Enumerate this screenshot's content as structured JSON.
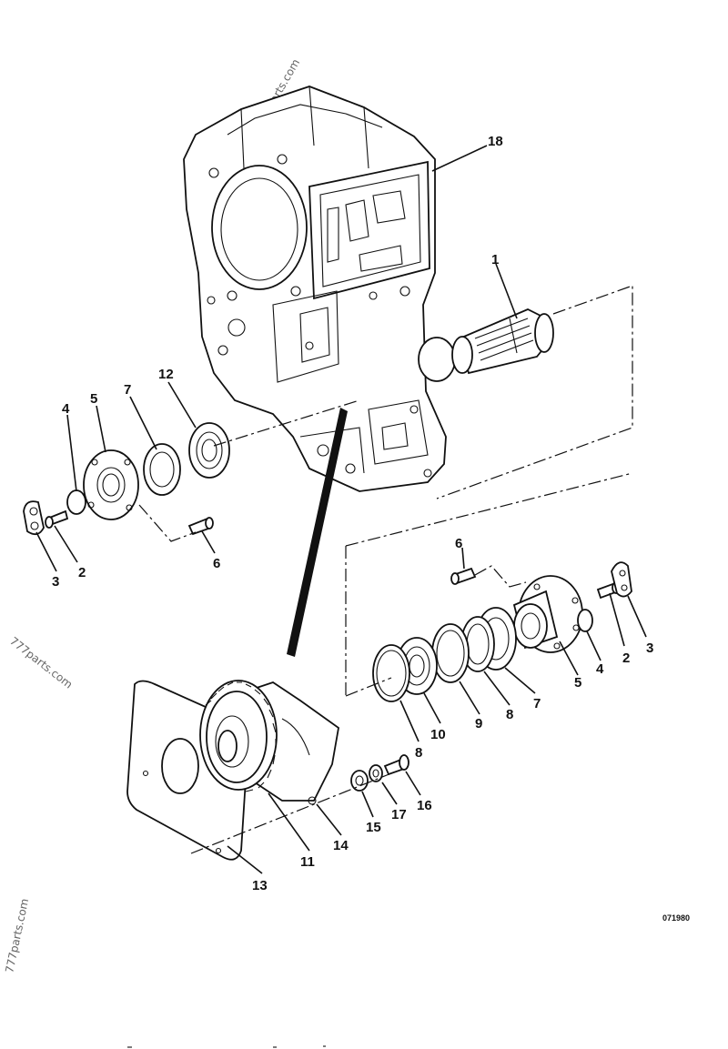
{
  "watermarks": [
    "777parts.com",
    "777parts.com",
    "777parts.com"
  ],
  "reference_number": "071980",
  "callouts": {
    "c18": "18",
    "c1": "1",
    "c12": "12",
    "c7a": "7",
    "c5a": "5",
    "c4a": "4",
    "c2a": "2",
    "c3a": "3",
    "c6a": "6",
    "c6b": "6",
    "c2b": "2",
    "c3b": "3",
    "c4b": "4",
    "c5b": "5",
    "c7b": "7",
    "c8a": "8",
    "c9": "9",
    "c10": "10",
    "c8b": "8",
    "c11": "11",
    "c13": "13",
    "c14": "14",
    "c15": "15",
    "c16": "16",
    "c17": "17"
  },
  "colors": {
    "ink": "#111111",
    "background": "#ffffff",
    "watermark": "#666666"
  }
}
